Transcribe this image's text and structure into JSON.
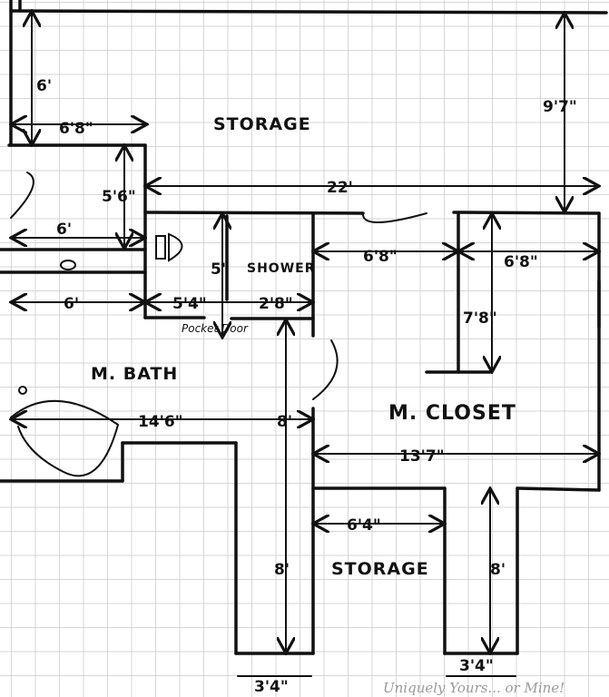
{
  "rooms": {
    "storage_top": "STORAGE",
    "shower": "SHOWER",
    "pocket_door": "Pocket Door",
    "master_bath": "M. BATH",
    "master_closet": "M. CLOSET",
    "storage_bottom": "STORAGE"
  },
  "dimensions": {
    "top_left_vertical": "6'",
    "top_left_width": "6'8\"",
    "right_vertical": "9'7\"",
    "box_height": "5'6\"",
    "overall_width": "22'",
    "counter_width": "6'",
    "shower_height": "5'",
    "closet_left_width": "6'8\"",
    "closet_right_width": "6'8\"",
    "bath_width": "6'",
    "pocket_width": "5'4\"",
    "shower_width": "2'8\"",
    "closet_partition": "7'8\"",
    "bath_length": "14'6\"",
    "hall_upper": "8'",
    "closet_width": "13'7\"",
    "storage_width": "6'4\"",
    "hall_lower": "8'",
    "right_storage_height": "8'",
    "left_storage_width": "3'4\"",
    "right_storage_width": "3'4\""
  },
  "watermark": "Uniquely Yours... or Mine!"
}
